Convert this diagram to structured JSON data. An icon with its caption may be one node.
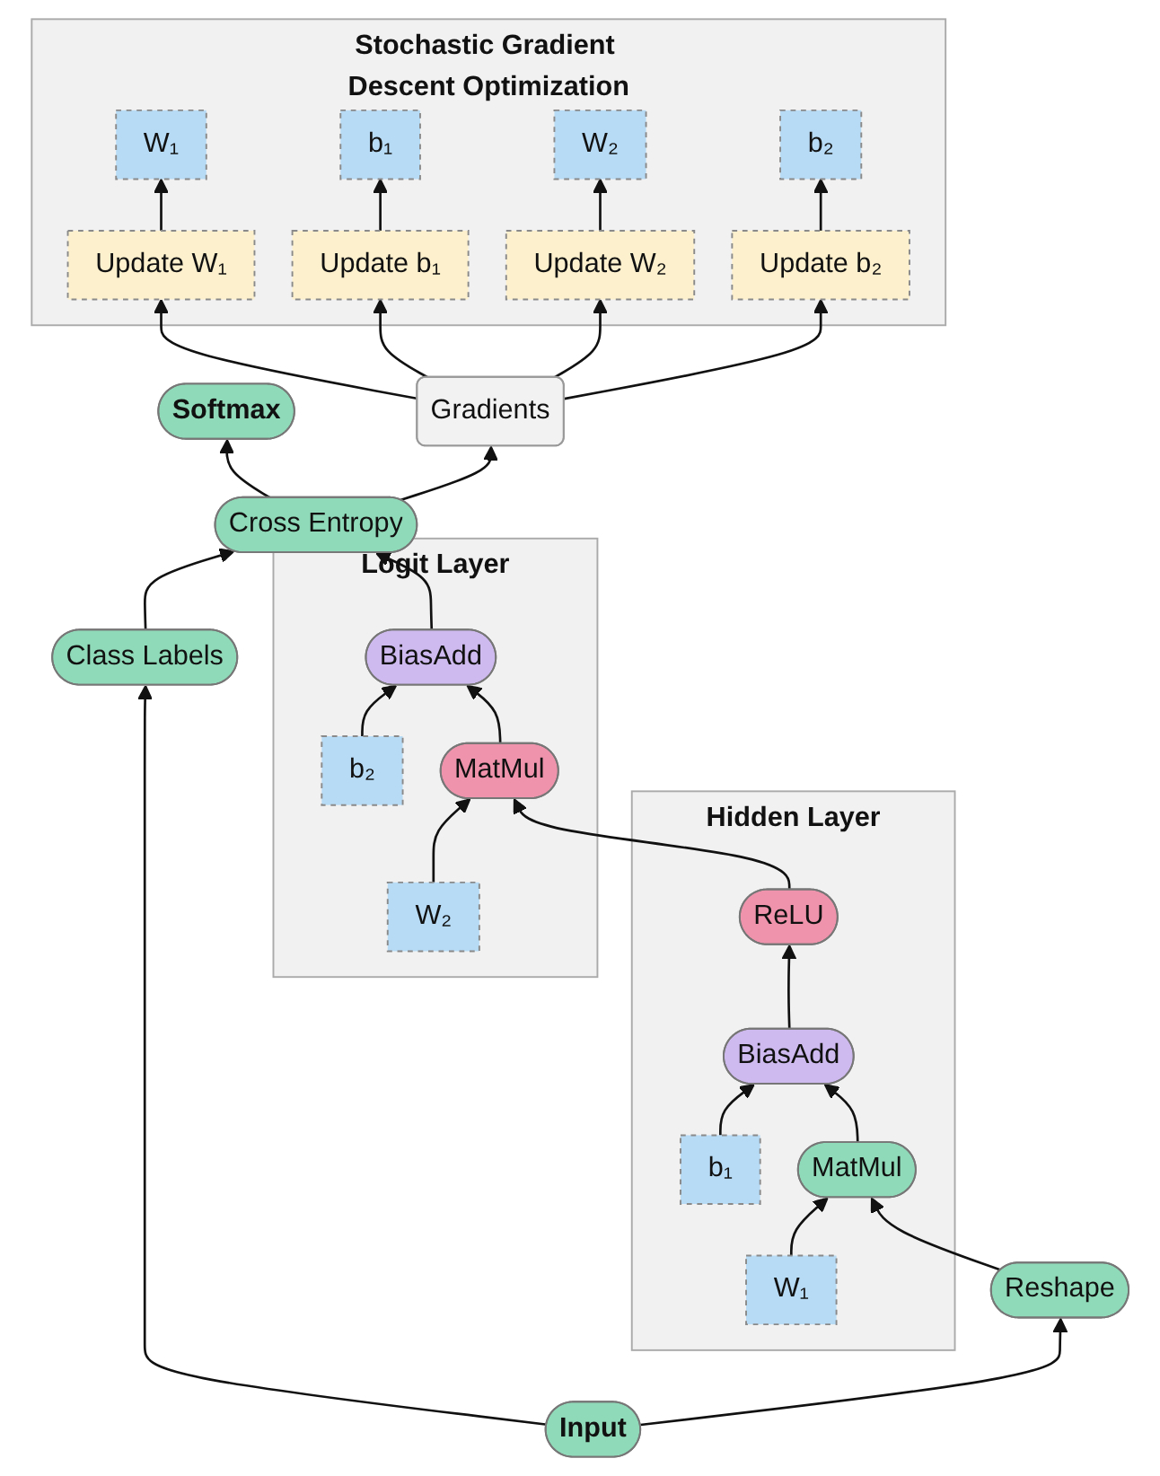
{
  "diagram": {
    "nodes": [
      {
        "text": [
          "Stochastic Gradient Descent Optimization"
        ]
      },
      {
        "text": [
          "W₁"
        ],
        "in": 0
      },
      {
        "text": [
          "b₁"
        ],
        "in": 0
      },
      {
        "text": [
          "W₂"
        ],
        "in": 0
      },
      {
        "text": [
          "b₂"
        ],
        "in": 0
      },
      {
        "text": [
          "Update W₁"
        ],
        "in": 0
      },
      {
        "text": [
          "Update b₁"
        ],
        "in": 0
      },
      {
        "text": [
          "Update W₂"
        ],
        "in": 0
      },
      {
        "text": [
          "Update b₂"
        ],
        "in": 0
      },
      {
        "text": [
          "Softmax"
        ]
      },
      {
        "text": [
          "Cross Entropy"
        ]
      },
      {
        "text": [
          "Gradients"
        ]
      },
      {
        "text": [
          "Logit Layer"
        ]
      },
      {
        "text": [
          "b₂"
        ],
        "in": 12
      },
      {
        "text": [
          "W₂"
        ],
        "in": 12
      },
      {
        "text": [
          "BiasAdd"
        ],
        "in": 12
      },
      {
        "text": [
          "MatMul"
        ],
        "in": 12
      },
      {
        "text": [
          "Class Labels"
        ]
      },
      {
        "text": [
          "Hidden Layer"
        ]
      },
      {
        "text": [
          "ReLU"
        ],
        "in": 18
      },
      {
        "text": [
          "b₁"
        ],
        "in": 18
      },
      {
        "text": [
          "BiasAdd"
        ],
        "in": 18
      },
      {
        "text": [
          "W₁"
        ],
        "in": 18
      },
      {
        "text": [
          "MatMul"
        ],
        "in": 18
      },
      {
        "text": [
          "Reshape"
        ]
      },
      {
        "text": [
          "Input"
        ]
      }
    ],
    "edges": [
      {
        "from": 5,
        "to": 1,
        "arrow": "to"
      },
      {
        "from": 6,
        "to": 2,
        "arrow": "to"
      },
      {
        "from": 7,
        "to": 3,
        "arrow": "to"
      },
      {
        "from": 8,
        "to": 4,
        "arrow": "to"
      },
      {
        "from": 11,
        "to": 5,
        "arrow": "to"
      },
      {
        "from": 11,
        "to": 6,
        "arrow": "to"
      },
      {
        "from": 11,
        "to": 7,
        "arrow": "to"
      },
      {
        "from": 11,
        "to": 8,
        "arrow": "to"
      },
      {
        "from": 10,
        "to": 9,
        "arrow": "to"
      },
      {
        "from": 10,
        "to": 11,
        "arrow": "to"
      },
      {
        "from": 17,
        "to": 10,
        "arrow": "to"
      },
      {
        "from": 15,
        "to": 10,
        "arrow": "to"
      },
      {
        "from": 13,
        "to": 15,
        "arrow": "to"
      },
      {
        "from": 14,
        "to": 16,
        "arrow": "to"
      },
      {
        "from": 16,
        "to": 15,
        "arrow": "to"
      },
      {
        "from": 19,
        "to": 16,
        "arrow": "to"
      },
      {
        "from": 20,
        "to": 21,
        "arrow": "to"
      },
      {
        "from": 21,
        "to": 19,
        "arrow": "to"
      },
      {
        "from": 22,
        "to": 23,
        "arrow": "to"
      },
      {
        "from": 23,
        "to": 21,
        "arrow": "to"
      },
      {
        "from": 24,
        "to": 23,
        "arrow": "to"
      },
      {
        "from": 25,
        "to": 17,
        "arrow": "to"
      },
      {
        "from": 25,
        "to": 24,
        "arrow": "to"
      }
    ]
  }
}
